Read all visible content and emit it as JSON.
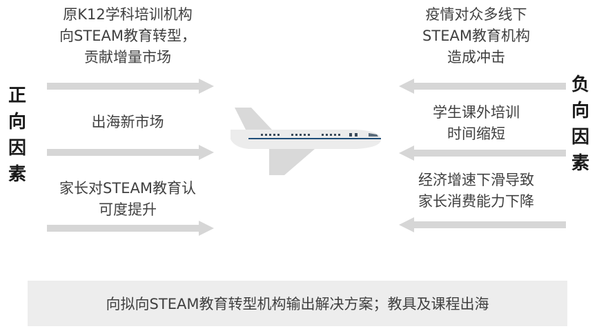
{
  "positive": {
    "label_chars": [
      "正",
      "向",
      "因",
      "素"
    ],
    "factors": [
      {
        "lines": [
          "原K12学科培训机构",
          "向STEAM教育转型，",
          "贡献增量市场"
        ]
      },
      {
        "lines": [
          "出海新市场"
        ]
      },
      {
        "lines": [
          "家长对STEAM教育认",
          "可度提升"
        ]
      }
    ]
  },
  "negative": {
    "label_chars": [
      "负",
      "向",
      "因",
      "素"
    ],
    "factors": [
      {
        "lines": [
          "疫情对众多线下",
          "STEAM教育机构",
          "造成冲击"
        ]
      },
      {
        "lines": [
          "学生课外培训",
          "时间缩短"
        ]
      },
      {
        "lines": [
          "经济增速下滑导致",
          "家长消费能力下降"
        ]
      }
    ]
  },
  "conclusion": "向拟向STEAM教育转型机构输出解决方案；教具及课程出海",
  "colors": {
    "arrow": "#d6d6d6",
    "plane_body": "#ececec",
    "plane_wing": "#d9d9d9",
    "plane_stripe": "#1f4e79",
    "bottom_box": "#ededed"
  }
}
